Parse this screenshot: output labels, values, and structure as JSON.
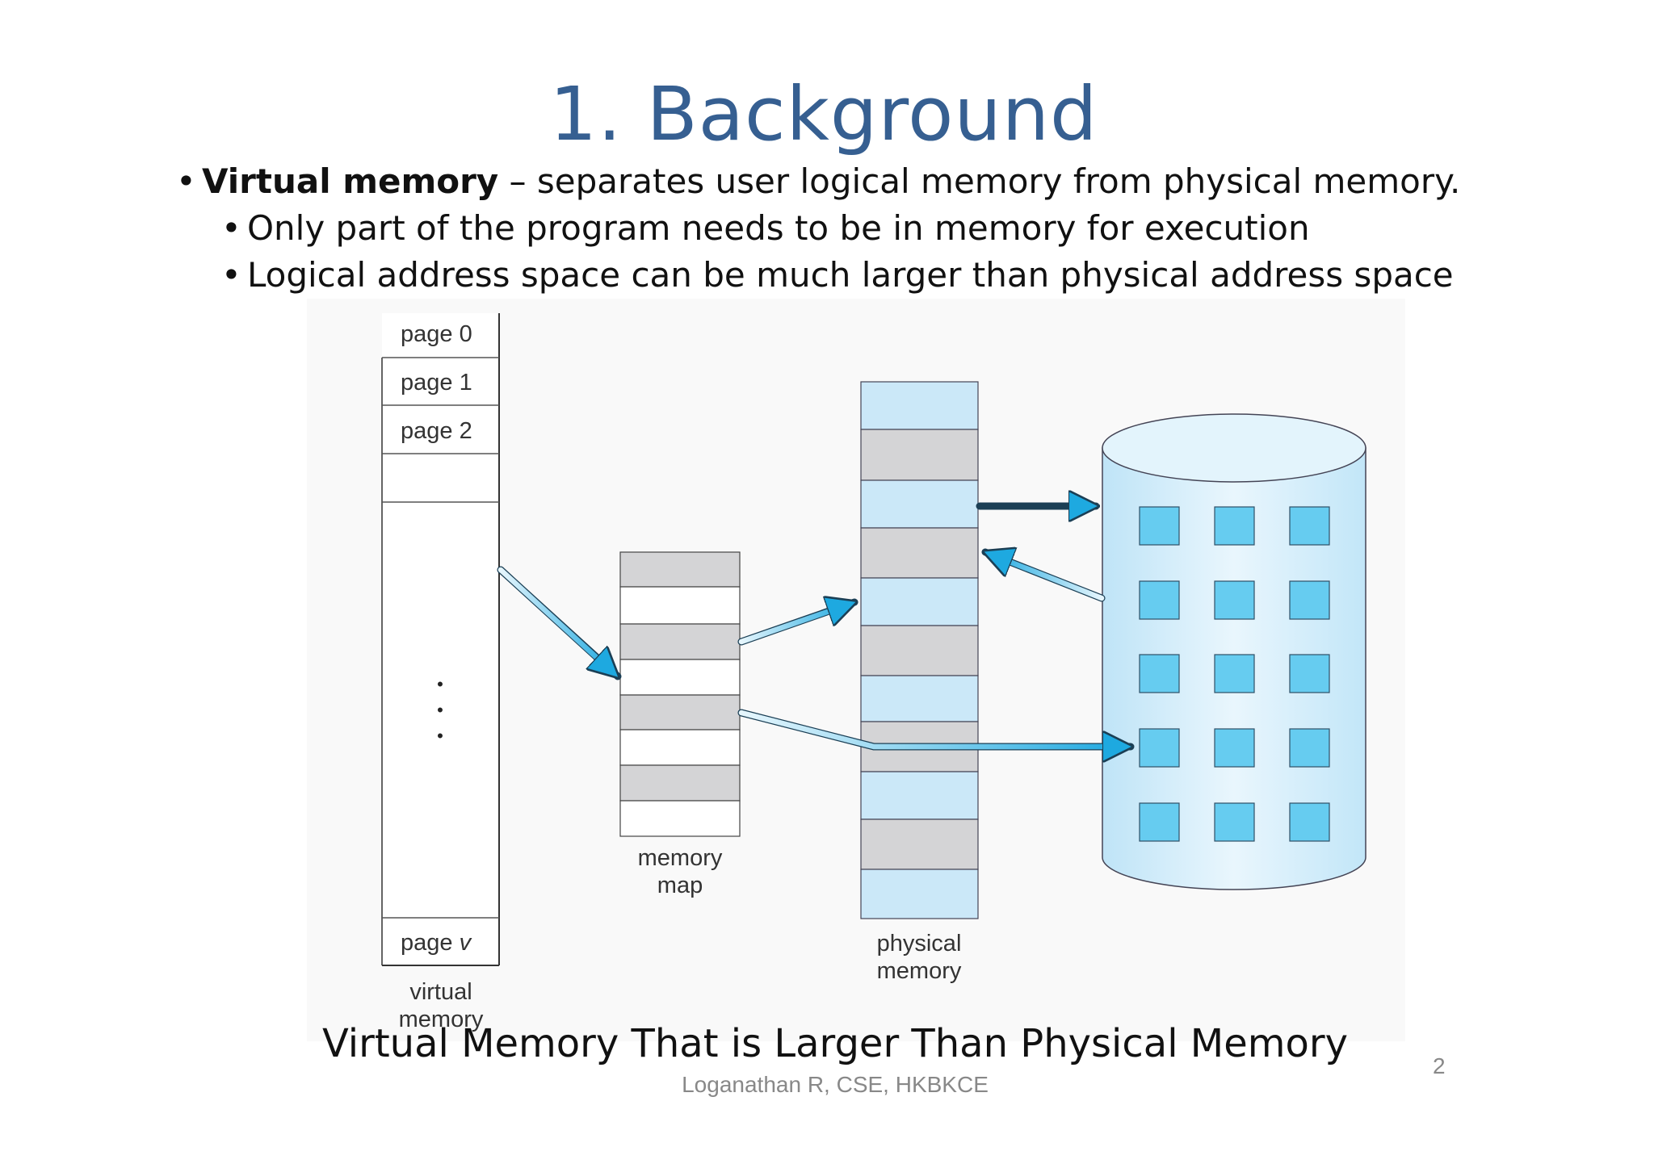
{
  "slide": {
    "title": "1. Background",
    "bullet1_bold": "Virtual memory",
    "bullet1_rest": " – separates user logical memory from physical memory.",
    "sub_bullets": [
      "Only part of the program needs to be in memory for execution",
      "Logical address space can be much larger than physical address space"
    ],
    "caption": "Virtual Memory That is Larger Than Physical Memory",
    "footer": "Loganathan R, CSE, HKBKCE",
    "page_number": "2"
  },
  "figure": {
    "virtual_pages": [
      "page 0",
      "page 1",
      "page 2"
    ],
    "last_page_prefix": "page ",
    "last_page_var": "v",
    "ellipsis": "•",
    "labels": {
      "virtual_memory": [
        "virtual",
        "memory"
      ],
      "memory_map": [
        "memory",
        "map"
      ],
      "physical_memory": [
        "physical",
        "memory"
      ]
    },
    "colors": {
      "title": "#365f91",
      "frame_light_blue": "#cbe8f8",
      "frame_gray": "#d4d4d6",
      "disk_block": "#66ccf0",
      "arrow": "#29aee2"
    }
  }
}
